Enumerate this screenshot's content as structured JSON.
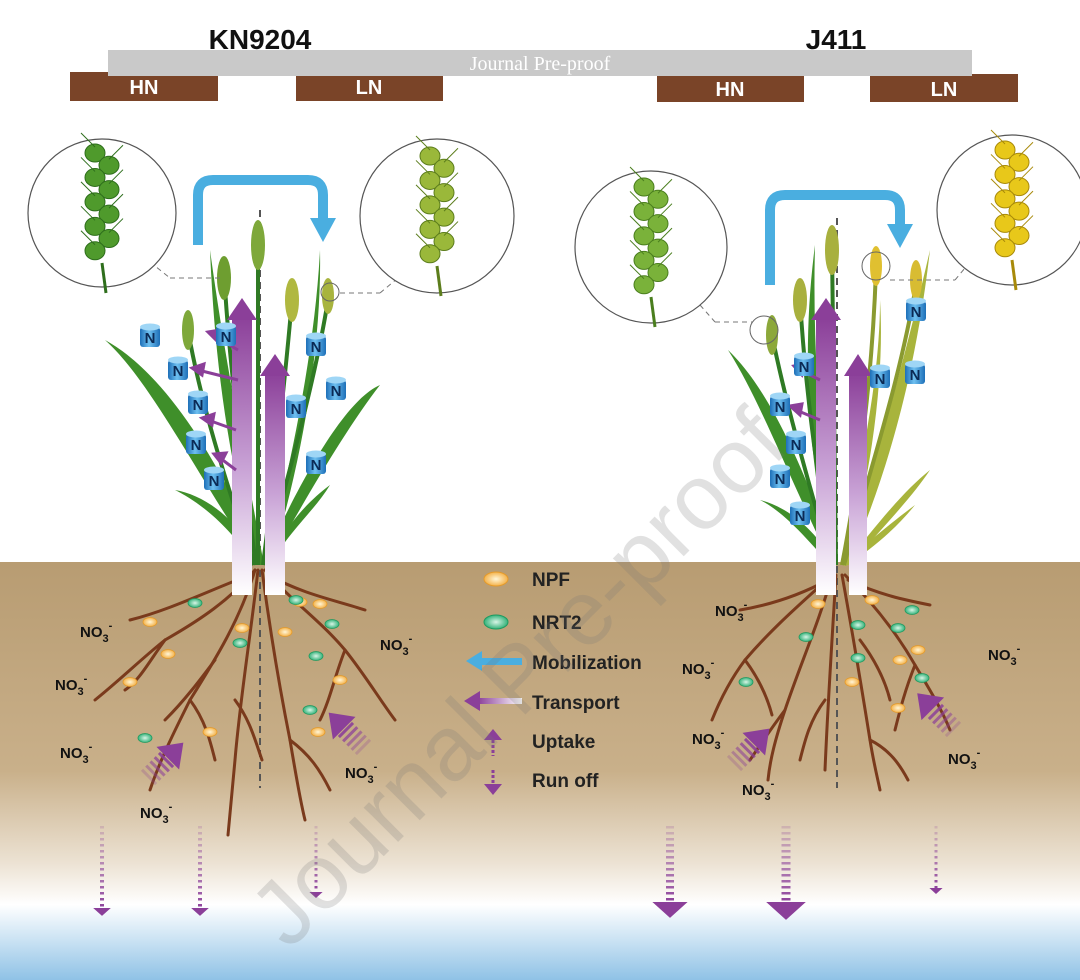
{
  "colors": {
    "soil_brown": "#b89c72",
    "root_brown": "#7a3a1c",
    "bar_brown": "#7a4428",
    "mobilization_blue": "#4aaee0",
    "transport_purple": "#8b3f99",
    "npf_orange": "#f4b24a",
    "nrt2_green": "#35b27a",
    "n_cylinder_blue": "#2e8fd6",
    "water_blue": "#8fc2e6"
  },
  "titles": {
    "left": "KN9204",
    "right": "J411"
  },
  "treatments": {
    "left_hn": "HN",
    "left_ln": "LN",
    "right_hn": "HN",
    "right_ln": "LN"
  },
  "preproof_banner": "Journal Pre-proof",
  "watermark": "Journal Pre-proof",
  "n_label": "N",
  "nitrate": {
    "base": "NO",
    "sub": "3",
    "sup": "-"
  },
  "legend": {
    "npf": "NPF",
    "nrt2": "NRT2",
    "mobilization": "Mobilization",
    "transport": "Transport",
    "uptake": "Uptake",
    "runoff": "Run off"
  },
  "icons": {
    "mobilization": "curved-arrow-icon",
    "transport": "purple-arrow-icon",
    "uptake": "dotted-up-arrow-icon",
    "runoff": "dotted-down-arrow-icon",
    "n_cylinder": "nitrogen-cylinder-icon",
    "spike": "wheat-spike-icon"
  }
}
